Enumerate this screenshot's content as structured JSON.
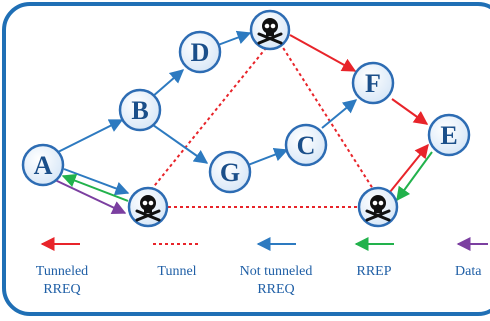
{
  "colors": {
    "frame": "#1f6fb5",
    "node_fill": "#e8f1fb",
    "node_stroke": "#2d6cb3",
    "node_text": "#1b4f8a",
    "tunneled_rreq": "#e8242a",
    "tunnel": "#e8242a",
    "not_tunneled_rreq": "#2d7ac0",
    "rrep": "#22b24c",
    "data": "#7b3fa0"
  },
  "nodes": {
    "A": {
      "label": "A",
      "kind": "normal"
    },
    "B": {
      "label": "B",
      "kind": "normal"
    },
    "D": {
      "label": "D",
      "kind": "normal"
    },
    "G": {
      "label": "G",
      "kind": "normal"
    },
    "C": {
      "label": "C",
      "kind": "normal"
    },
    "F": {
      "label": "F",
      "kind": "normal"
    },
    "E": {
      "label": "E",
      "kind": "normal"
    },
    "M1": {
      "label": "",
      "kind": "malicious",
      "icon": "skull-crossbones-icon"
    },
    "M2": {
      "label": "",
      "kind": "malicious",
      "icon": "skull-crossbones-icon"
    },
    "M3": {
      "label": "",
      "kind": "malicious",
      "icon": "skull-crossbones-icon"
    }
  },
  "legend": {
    "tunneled_rreq": {
      "line1": "Tunneled",
      "line2": "RREQ"
    },
    "tunnel": {
      "line1": "Tunnel"
    },
    "not_tunneled_rreq": {
      "line1": "Not tunneled",
      "line2": "RREQ"
    },
    "rrep": {
      "line1": "RREP"
    },
    "data": {
      "line1": "Data"
    }
  }
}
